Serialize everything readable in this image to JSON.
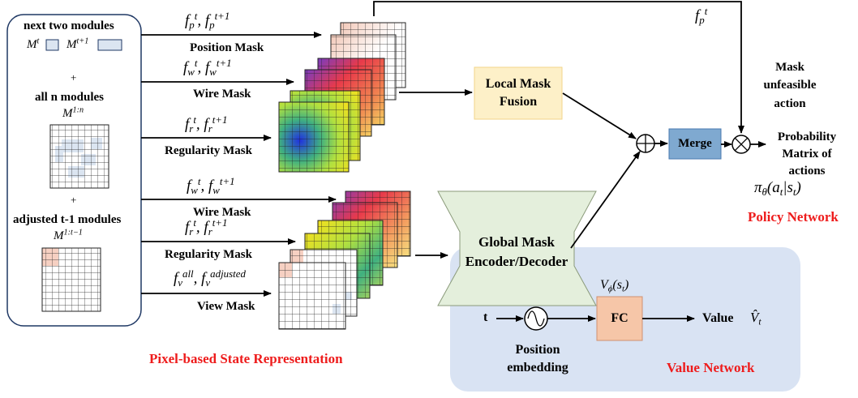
{
  "colors": {
    "position": "#f2c8b8",
    "wire": [
      "#7a3bbf",
      "#e83a4a",
      "#f08050",
      "#f4d060"
    ],
    "regularity": [
      "#2030e0",
      "#40b060",
      "#b0e040",
      "#f0e020"
    ],
    "fusion": "#fdf0c8",
    "fusion_border": "#f2d58a",
    "merge": "#7fa9d0",
    "encoder": "#e4efdc",
    "value_panel": "#d9e3f3",
    "fc": "#f6c6a8",
    "accent_red": "#ee1c1c"
  },
  "input_panel": {
    "next_two_title": "next two modules",
    "m_t_sym": "M",
    "m_t_sup": "t",
    "m_t1_sym": "M",
    "m_t1_sup": "t+1",
    "plus1": "+",
    "all_n_title": "all n modules",
    "m_all_sym": "M",
    "m_all_sup": "1:n",
    "plus2": "+",
    "adjusted_title": "adjusted t-1 modules",
    "m_adj_sym": "M",
    "m_adj_sup": "1:t−1"
  },
  "arrows": {
    "position": {
      "f": "f",
      "sub": "p",
      "sup_a": "t",
      "sup_b": "t+1",
      "label": "Position Mask"
    },
    "wire_top": {
      "f": "f",
      "sub": "w",
      "sup_a": "t",
      "sup_b": "t+1",
      "label": "Wire Mask"
    },
    "regularity_top": {
      "f": "f",
      "sub": "r",
      "sup_a": "t",
      "sup_b": "t+1",
      "label": "Regularity Mask"
    },
    "wire_bottom": {
      "f": "f",
      "sub": "w",
      "sup_a": "t",
      "sup_b": "t+1",
      "label": "Wire Mask"
    },
    "regularity_bottom": {
      "f": "f",
      "sub": "r",
      "sup_a": "t",
      "sup_b": "t+1",
      "label": "Regularity Mask"
    },
    "view": {
      "f": "f",
      "sub": "v",
      "sup_a": "all",
      "sup_b": "adjusted",
      "label": "View Mask"
    }
  },
  "state_caption": "Pixel-based State Representation",
  "local_fusion": {
    "line1": "Local Mask",
    "line2": "Fusion"
  },
  "global_encoder": {
    "line1": "Global Mask",
    "line2": "Encoder/Decoder"
  },
  "merge_label": "Merge",
  "fp_top": {
    "f": "f",
    "sub": "p",
    "sup": "t"
  },
  "mask_unfeasible": {
    "line1": "Mask",
    "line2": "unfeasible",
    "line3": "action"
  },
  "probability": {
    "line1": "Probability",
    "line2": "Matrix of",
    "line3": "actions"
  },
  "policy_formula": "π",
  "policy_formula_sub": "θ",
  "policy_formula_rest": "(a",
  "policy_formula_rest_sub": "t",
  "policy_formula_cond": "|s",
  "policy_formula_cond_sub": "t",
  "policy_formula_end": ")",
  "policy_network": "Policy Network",
  "value_section": {
    "t_label": "t",
    "v_phi": "V",
    "v_phi_sub": "ϕ",
    "v_phi_arg": "(s",
    "v_phi_arg_sub": "t",
    "v_phi_end": ")",
    "fc_label": "FC",
    "value_label": "Value",
    "v_hat": "V̂",
    "v_hat_sub": "t",
    "pos_emb_line1": "Position",
    "pos_emb_line2": "embedding",
    "value_network": "Value Network"
  }
}
